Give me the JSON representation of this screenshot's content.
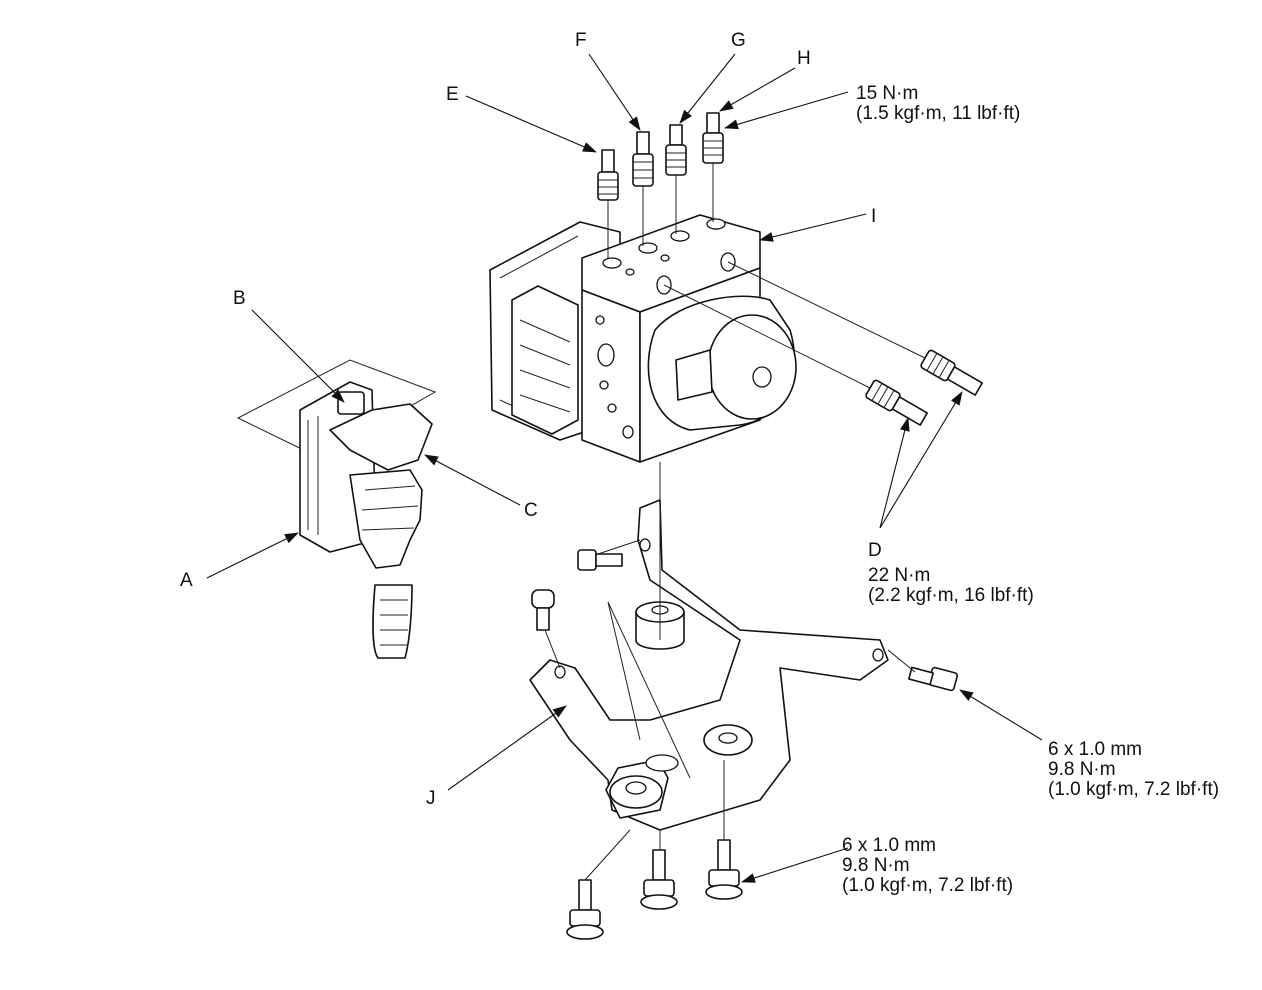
{
  "callouts": {
    "A": "A",
    "B": "B",
    "C": "C",
    "D": "D",
    "E": "E",
    "F": "F",
    "G": "G",
    "H": "H",
    "I": "I",
    "J": "J"
  },
  "specs": {
    "top_torque": {
      "line1": "15 N·m",
      "line2": "(1.5 kgf·m, 11 lbf·ft)"
    },
    "d_torque": {
      "line1": "22 N·m",
      "line2": "(2.2 kgf·m, 16 lbf·ft)"
    },
    "right_bolt": {
      "line1": "6 x 1.0 mm",
      "line2": "9.8 N·m",
      "line3": "(1.0 kgf·m, 7.2 lbf·ft)"
    },
    "bottom_bolt": {
      "line1": "6 x 1.0 mm",
      "line2": "9.8 N·m",
      "line3": "(1.0 kgf·m, 7.2 lbf·ft)"
    }
  }
}
